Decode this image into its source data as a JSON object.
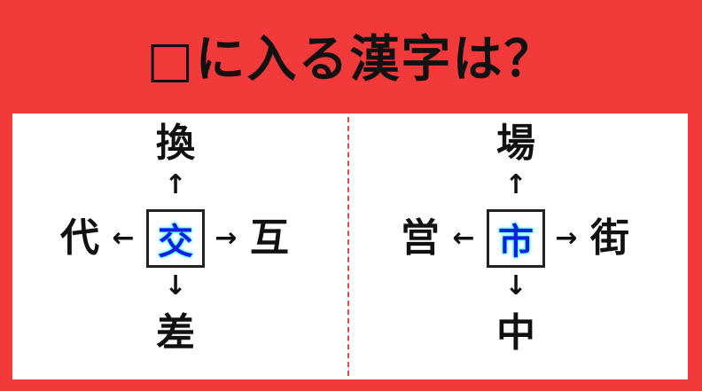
{
  "title": "□に入る漢字は？",
  "puzzles": [
    {
      "top": "換",
      "left": "代",
      "right": "互",
      "bottom": "差",
      "answer": "交"
    },
    {
      "top": "場",
      "left": "営",
      "right": "街",
      "bottom": "中",
      "answer": "市"
    }
  ],
  "arrows": {
    "up": "↑",
    "down": "↓",
    "left": "←",
    "right": "→"
  }
}
